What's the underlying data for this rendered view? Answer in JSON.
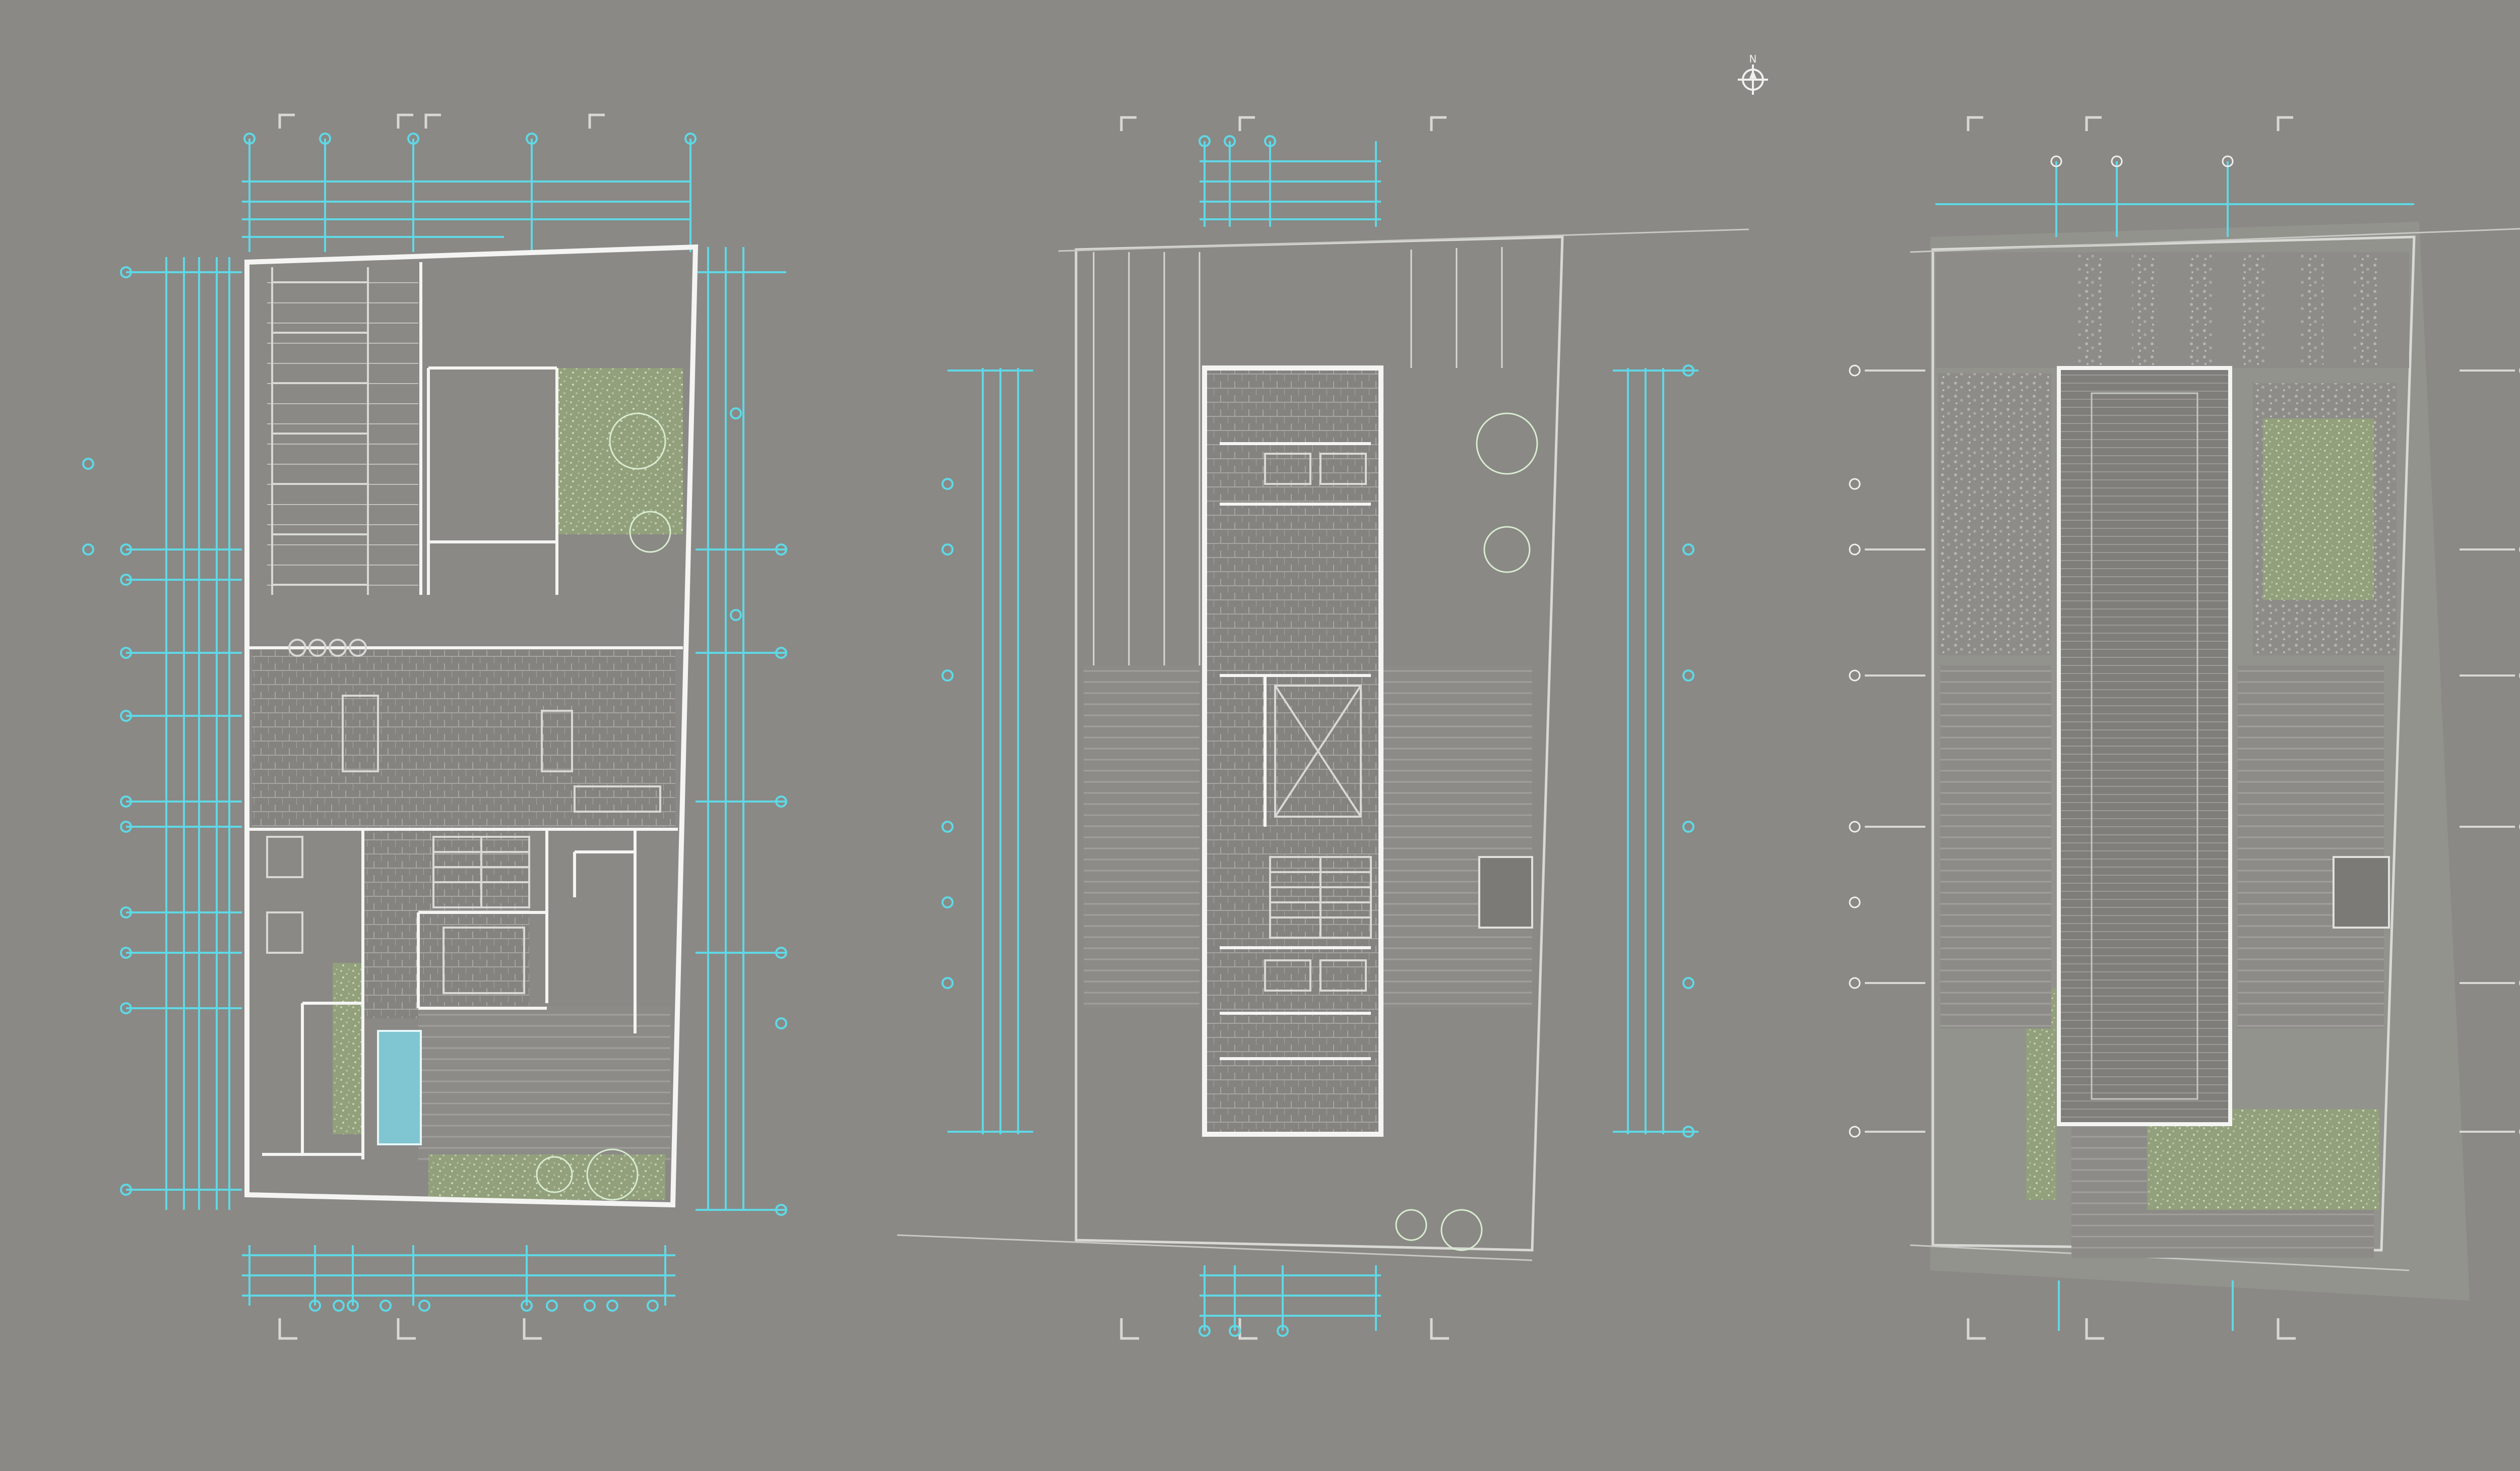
{
  "north_arrow": {
    "label": "N"
  },
  "colors": {
    "background": "#8a8985",
    "dimension_lines": "#5fd8e6",
    "walls": "#f4f4f2",
    "garden": "#8e9d78",
    "pool": "#7fc6d2"
  },
  "plans": [
    {
      "id": "ground-floor"
    },
    {
      "id": "upper-floor"
    },
    {
      "id": "roof-plan"
    }
  ]
}
